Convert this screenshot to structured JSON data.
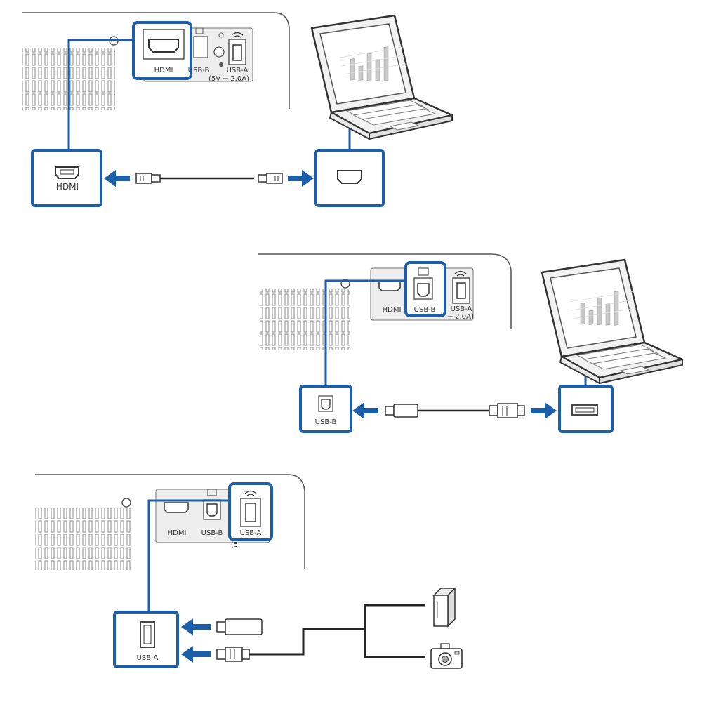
{
  "colors": {
    "accent": "#1c5ea8",
    "outline": "#555555",
    "vent": "#777777",
    "cable": "#222222",
    "lightgray": "#d6d6d6"
  },
  "panel1": {
    "port_hdmi": "HDMI",
    "port_usbb": "USB-B",
    "port_usba": "USB-A",
    "power_spec": "(5V ⎓ 2.0A)",
    "callout_label": "HDMI"
  },
  "panel2": {
    "port_hdmi": "HDMI",
    "port_usbb": "USB-B",
    "port_usba": "USB-A",
    "power_spec": "⎓ 2.0A)",
    "callout_label": "USB-B"
  },
  "panel3": {
    "port_hdmi": "HDMI",
    "port_usbb": "USB-B",
    "port_usba": "USB-A",
    "power_spec": "(5",
    "callout_label": "USB-A"
  },
  "icons": [
    "hdmi-port-icon",
    "usb-b-port-icon",
    "usb-a-port-icon",
    "wireless-icon",
    "laptop-icon",
    "usb-flash-drive-icon",
    "external-hard-drive-icon",
    "digital-camera-icon"
  ]
}
